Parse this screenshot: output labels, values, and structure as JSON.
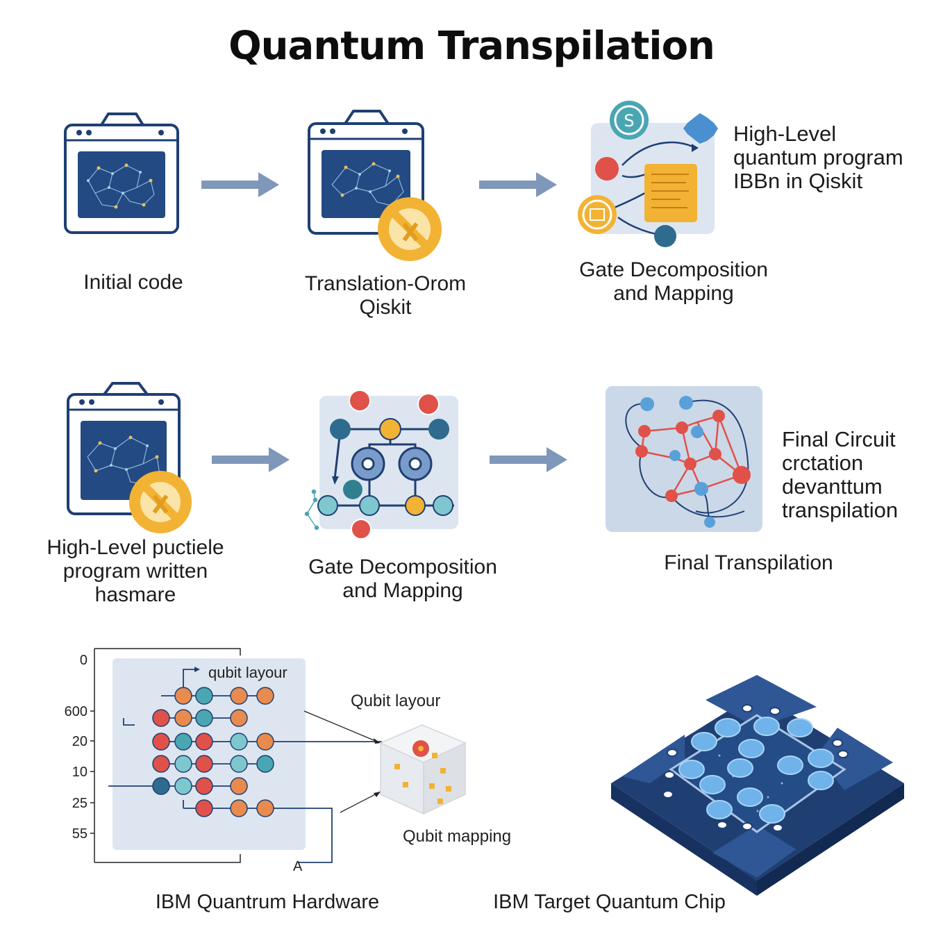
{
  "title": "Quantum Transpilation",
  "row1": {
    "step1_label": "Initial code",
    "step2_label_line1": "Translation-Orom",
    "step2_label_line2": "Qiskit",
    "step3_label_line1": "Gate Decomposition",
    "step3_label_line2": "and Mapping",
    "side_note_line1": "High-Level",
    "side_note_line2": "quantum program",
    "side_note_line3": "IBBn in Qiskit"
  },
  "row2": {
    "step1_label_line1": "High-Level puctiele",
    "step1_label_line2": "program written",
    "step1_label_line3": "hasmare",
    "step2_label_line1": "Gate Decomposition",
    "step2_label_line2": "and Mapping",
    "step3_label": "Final Transpilation",
    "side_note_line1": "Final Circuit",
    "side_note_line2": "crctation",
    "side_note_line3": "devanttum",
    "side_note_line4": "transpilation"
  },
  "row3": {
    "axis_ticks": [
      "0",
      "600",
      "20",
      "10",
      "25",
      "55"
    ],
    "grid_label": "qubit layour",
    "callout_layout": "Qubit layour",
    "callout_mapping": "Qubit mapping",
    "corner_label": "A",
    "hardware_label": "IBM Quantrum Hardware",
    "chip_label": "IBM Target Quantum Chip"
  },
  "colors": {
    "navy": "#1f3f73",
    "screen": "#234a82",
    "arrow": "#7f97b9",
    "orange": "#f2b233",
    "red": "#e0514a",
    "teal": "#4aa6b3",
    "panel": "#dde6f0"
  },
  "icons": [
    "browser-window-icon",
    "no-entry-icon",
    "chat-bubble-icon",
    "puzzle-icon",
    "document-icon",
    "chip-icon"
  ]
}
